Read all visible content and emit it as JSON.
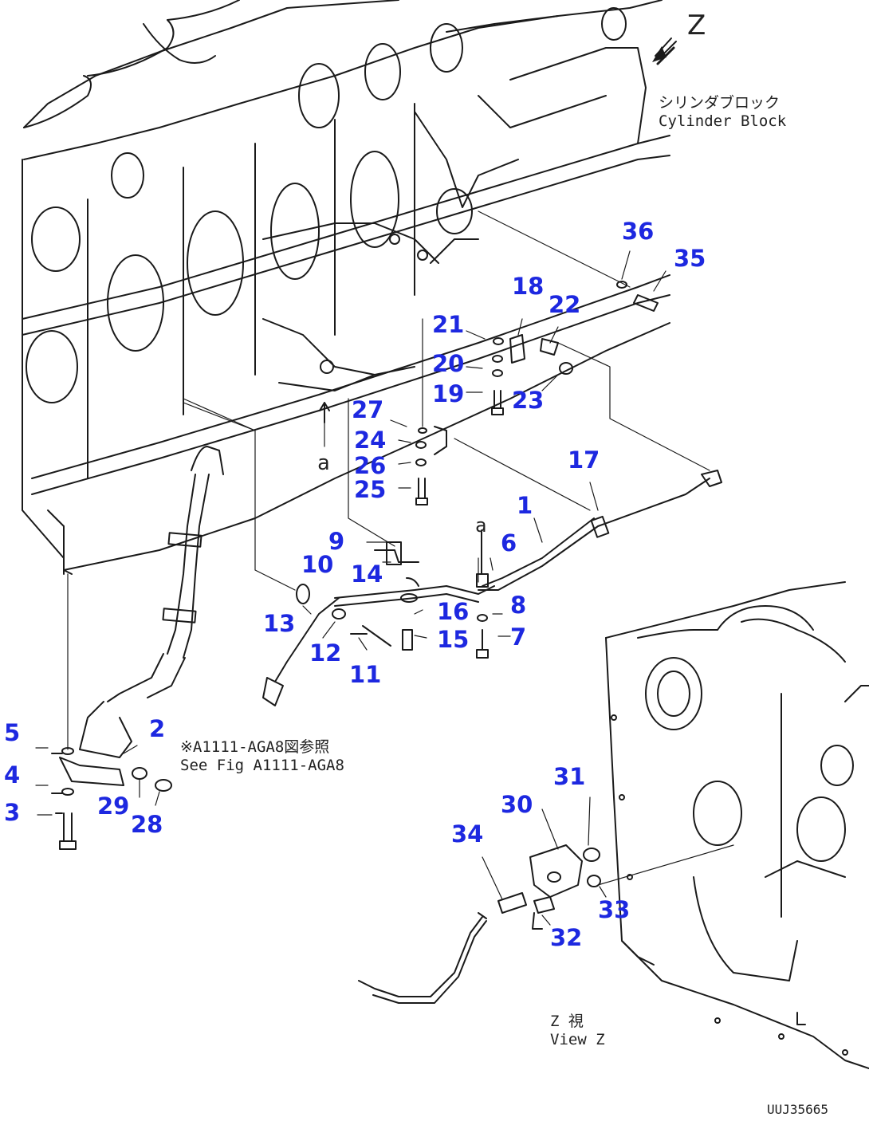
{
  "view_marker": {
    "letter": "Z"
  },
  "notes": {
    "cylinder_block_jp": "シリンダブロック",
    "cylinder_block_en": "Cylinder Block",
    "see_fig_jp": "※A1111-AGA8図参照",
    "see_fig_en": "See Fig A1111-AGA8",
    "view_z_jp": "Z 視",
    "view_z_en": "View Z",
    "ref_a_upper": "a",
    "ref_a_lower": "a",
    "drawing_code": "UUJ35665"
  },
  "part_callouts": [
    {
      "id": "c1",
      "label": "1"
    },
    {
      "id": "c2",
      "label": "2"
    },
    {
      "id": "c3",
      "label": "3"
    },
    {
      "id": "c4",
      "label": "4"
    },
    {
      "id": "c5",
      "label": "5"
    },
    {
      "id": "c6",
      "label": "6"
    },
    {
      "id": "c7",
      "label": "7"
    },
    {
      "id": "c8",
      "label": "8"
    },
    {
      "id": "c9",
      "label": "9"
    },
    {
      "id": "c10",
      "label": "10"
    },
    {
      "id": "c11",
      "label": "11"
    },
    {
      "id": "c12",
      "label": "12"
    },
    {
      "id": "c13",
      "label": "13"
    },
    {
      "id": "c14",
      "label": "14"
    },
    {
      "id": "c15",
      "label": "15"
    },
    {
      "id": "c16",
      "label": "16"
    },
    {
      "id": "c17",
      "label": "17"
    },
    {
      "id": "c18",
      "label": "18"
    },
    {
      "id": "c19",
      "label": "19"
    },
    {
      "id": "c20",
      "label": "20"
    },
    {
      "id": "c21",
      "label": "21"
    },
    {
      "id": "c22",
      "label": "22"
    },
    {
      "id": "c23",
      "label": "23"
    },
    {
      "id": "c24",
      "label": "24"
    },
    {
      "id": "c25",
      "label": "25"
    },
    {
      "id": "c26",
      "label": "26"
    },
    {
      "id": "c27",
      "label": "27"
    },
    {
      "id": "c28",
      "label": "28"
    },
    {
      "id": "c29",
      "label": "29"
    },
    {
      "id": "c30",
      "label": "30"
    },
    {
      "id": "c31",
      "label": "31"
    },
    {
      "id": "c32",
      "label": "32"
    },
    {
      "id": "c33",
      "label": "33"
    },
    {
      "id": "c34",
      "label": "34"
    },
    {
      "id": "c35",
      "label": "35"
    },
    {
      "id": "c36",
      "label": "36"
    }
  ],
  "colors": {
    "callout": "#1d28e0",
    "line": "#1a1a1a"
  }
}
